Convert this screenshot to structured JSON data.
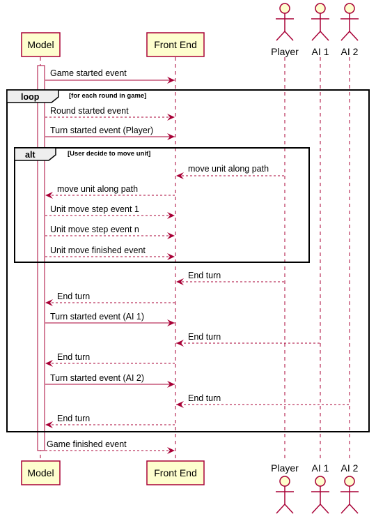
{
  "participants": {
    "model": "Model",
    "front_end": "Front End",
    "player": "Player",
    "ai1": "AI 1",
    "ai2": "AI 2"
  },
  "groups": {
    "loop": {
      "kind": "loop",
      "condition": "[for each round in game]"
    },
    "alt": {
      "kind": "alt",
      "condition": "[User decide to move unit]"
    }
  },
  "messages": [
    {
      "text": "Game started event"
    },
    {
      "text": "Round started event"
    },
    {
      "text": "Turn started event (Player)"
    },
    {
      "text": "move unit along path"
    },
    {
      "text": "move unit along path"
    },
    {
      "text": "Unit move step event 1"
    },
    {
      "text": "Unit move step event n"
    },
    {
      "text": "Unit move finished event"
    },
    {
      "text": "End turn"
    },
    {
      "text": "End turn"
    },
    {
      "text": "Turn started event (AI 1)"
    },
    {
      "text": "End turn"
    },
    {
      "text": "End turn"
    },
    {
      "text": "Turn started event (AI 2)"
    },
    {
      "text": "End turn"
    },
    {
      "text": "End turn"
    },
    {
      "text": "Game finished event"
    }
  ],
  "colors": {
    "arrow": "#a80036",
    "participant_fill": "#fefece",
    "participant_border": "#a80036"
  }
}
